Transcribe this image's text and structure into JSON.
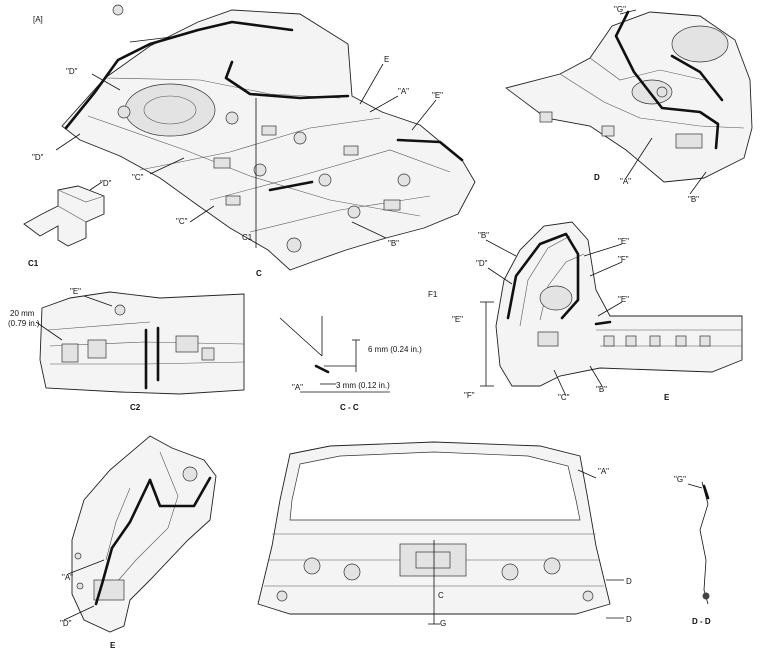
{
  "panels": {
    "A": {
      "tag": "[A]",
      "caption": "C",
      "labels": [
        "\"D\"",
        "\"D\"",
        "\"C\"",
        "\"C\"",
        "\"A\"",
        "\"E\"",
        "\"B\"",
        "E",
        "C1"
      ]
    },
    "C1": {
      "caption": "C1",
      "labels": [
        "\"D\""
      ]
    },
    "D": {
      "caption": "D",
      "labels": [
        "\"G\"",
        "\"A\"",
        "\"B\""
      ]
    },
    "F": {
      "caption": "E",
      "tag": "F1",
      "labels": [
        "\"B\"",
        "\"D\"",
        "\"E\"",
        "\"F\"",
        "\"E\"",
        "\"E\"",
        "\"F\"",
        "\"C\"",
        "\"B\""
      ]
    },
    "C2": {
      "caption": "C2",
      "labels": [
        "\"E\""
      ],
      "dim_line1": "20 mm",
      "dim_line2": "(0.79 in.)"
    },
    "CC": {
      "caption": "C - C",
      "label_a": "\"A\"",
      "dim_top": "6 mm (0.24 in.)",
      "dim_bottom": "3 mm (0.12 in.)"
    },
    "E": {
      "caption": "E",
      "labels": [
        "\"A\"",
        "\"D\""
      ]
    },
    "G": {
      "labels": [
        "\"A\"",
        "C",
        "D",
        "D",
        "G"
      ]
    },
    "DD": {
      "caption": "D - D",
      "labels": [
        "\"G\""
      ]
    }
  }
}
